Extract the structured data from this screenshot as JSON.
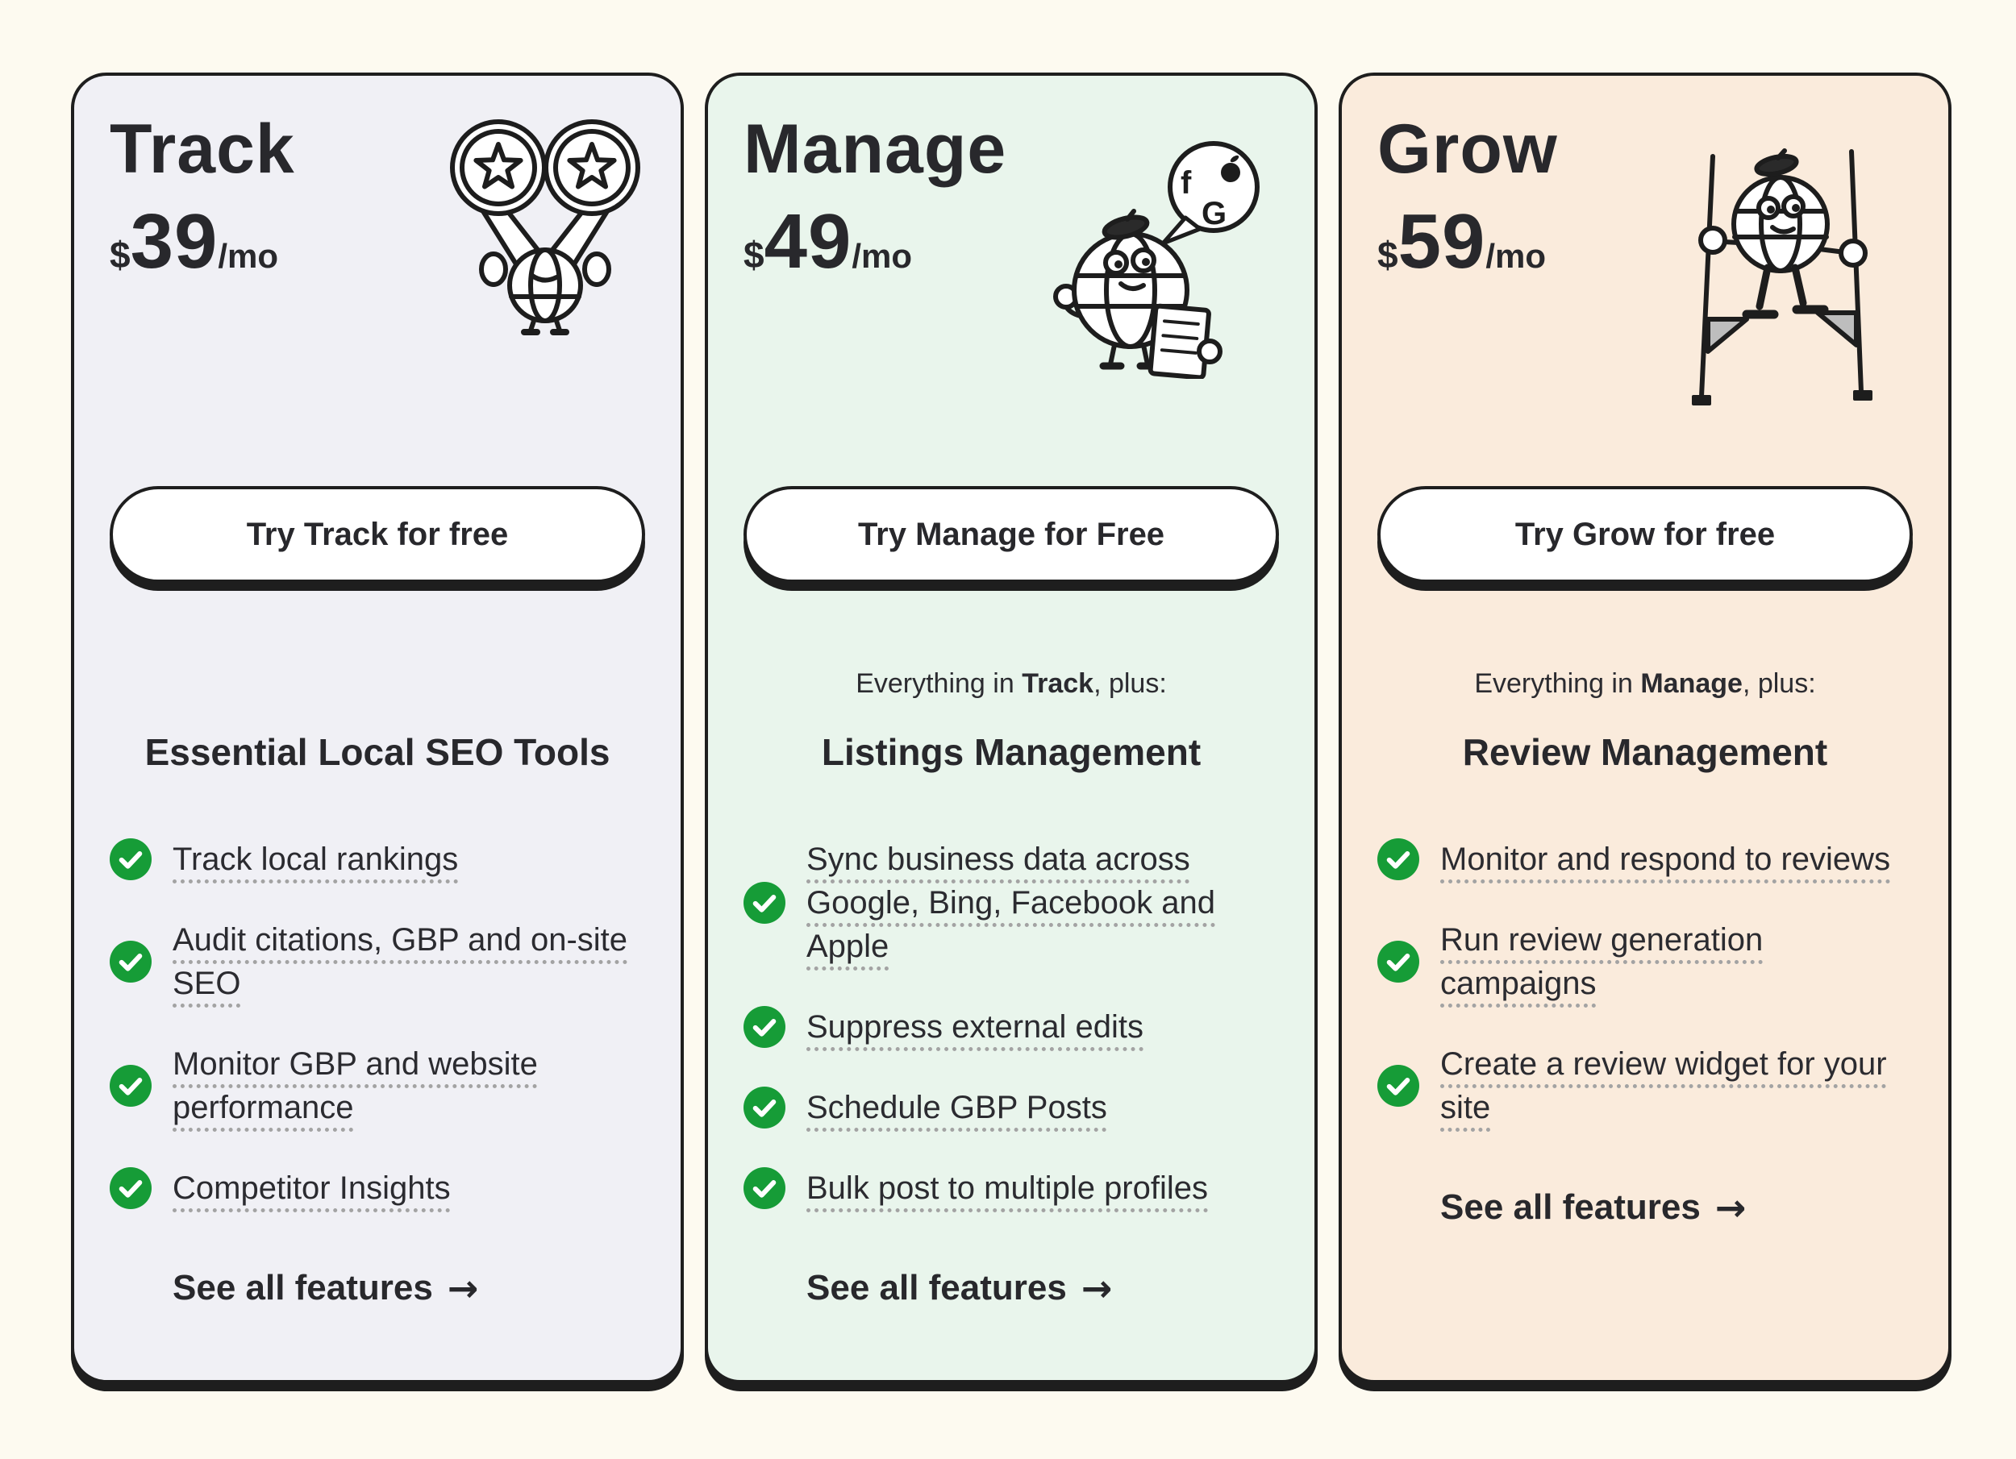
{
  "page": {
    "background": "#FDFAF0"
  },
  "colors": {
    "card_border": "#1E1E1E",
    "text_dark": "#28282C",
    "check_green": "#169C37",
    "underline_gray": "#A3A3A3",
    "button_bg": "#FFFFFF"
  },
  "cards": [
    {
      "plan": "Track",
      "currency": "$",
      "price": "39",
      "period": "/mo",
      "cta": "Try Track for free",
      "intro_pre": "",
      "intro_plan": "",
      "intro_post": "",
      "section_title": "Essential Local SEO Tools",
      "features": [
        "Track local rankings",
        "Audit citations, GBP and on-site SEO",
        "Monitor GBP and website performance",
        "Competitor Insights"
      ],
      "see_all": "See all features",
      "see_all_arrow": "→",
      "card_bg": "#F0F0F5",
      "mascot": "binoculars-globe-mascot"
    },
    {
      "plan": "Manage",
      "currency": "$",
      "price": "49",
      "period": "/mo",
      "cta": "Try Manage for Free",
      "intro_pre": "Everything in ",
      "intro_plan": "Track",
      "intro_post": ", plus:",
      "section_title": "Listings Management",
      "features": [
        "Sync business data across Google, Bing, Facebook and Apple",
        "Suppress external edits",
        "Schedule GBP Posts",
        "Bulk post to multiple profiles"
      ],
      "see_all": "See all features",
      "see_all_arrow": "→",
      "card_bg": "#E9F5EC",
      "mascot": "globe-listings-mascot",
      "bubble_letter_f": "f",
      "bubble_letter_g": "G"
    },
    {
      "plan": "Grow",
      "currency": "$",
      "price": "59",
      "period": "/mo",
      "cta": "Try Grow for free",
      "intro_pre": "Everything in ",
      "intro_plan": "Manage",
      "intro_post": ", plus:",
      "section_title": "Review Management",
      "features": [
        "Monitor and respond to reviews",
        "Run review generation campaigns",
        "Create a review widget for your site"
      ],
      "see_all": "See all features",
      "see_all_arrow": "→",
      "card_bg": "#FAEBDC",
      "mascot": "stilts-globe-mascot"
    }
  ]
}
